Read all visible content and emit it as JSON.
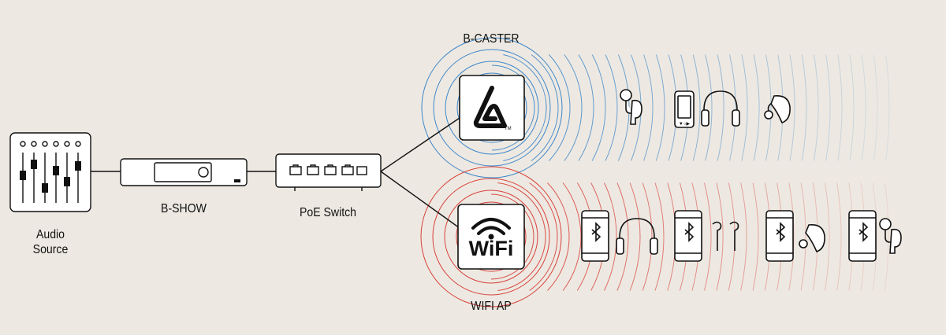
{
  "diagram": {
    "title": "B-CASTER audio broadcast topology",
    "colors": {
      "background": "#ede9e2",
      "stroke": "#111111",
      "broadcast_waves": "#3f86c9",
      "wifi_waves": "#d8403a",
      "device_fill": "#ffffff"
    },
    "nodes": {
      "audio_source": {
        "label_line1": "Audio",
        "label_line2": "Source"
      },
      "b_show": {
        "label": "B-SHOW"
      },
      "poe_switch": {
        "label": "PoE Switch"
      },
      "b_caster": {
        "label": "B-CASTER",
        "trademark": "TM"
      },
      "wifi_ap": {
        "label": "WIFI AP",
        "logo_text": "WiFi"
      }
    },
    "broadcast_receivers": [
      {
        "icon": "hearing-loop-receiver-icon"
      },
      {
        "icon": "handheld-receiver-icon"
      },
      {
        "icon": "headphones-icon"
      },
      {
        "icon": "hearing-aid-icon"
      }
    ],
    "wifi_receivers": [
      {
        "phone_icon": "smartphone-bluetooth-icon",
        "accessory_icon": "headphones-icon"
      },
      {
        "phone_icon": "smartphone-bluetooth-icon",
        "accessory_icon": "earbuds-icon"
      },
      {
        "phone_icon": "smartphone-bluetooth-icon",
        "accessory_icon": "hearing-aid-icon"
      },
      {
        "phone_icon": "smartphone-bluetooth-icon",
        "accessory_icon": "hearing-loop-receiver-icon"
      }
    ]
  }
}
